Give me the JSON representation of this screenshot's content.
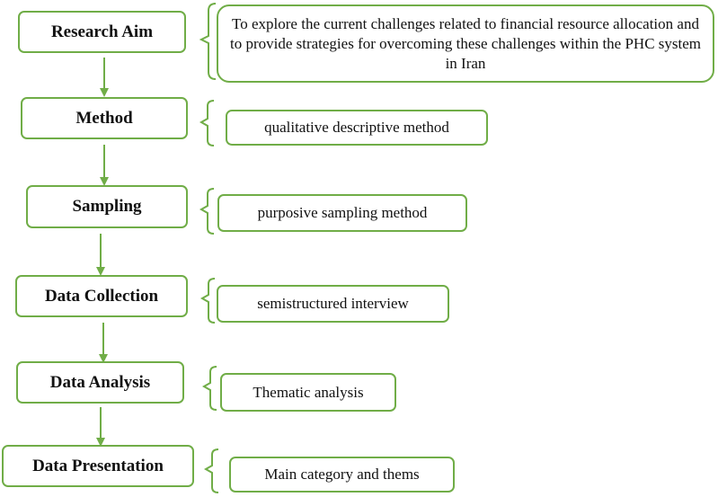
{
  "stages": [
    {
      "title": "Research Aim",
      "detail": "To explore the current challenges related to financial resource allocation and to provide strategies for overcoming these challenges within the PHC system in Iran"
    },
    {
      "title": "Method",
      "detail": "qualitative descriptive method"
    },
    {
      "title": "Sampling",
      "detail": "purposive sampling method"
    },
    {
      "title": "Data Collection",
      "detail": "semistructured interview"
    },
    {
      "title": "Data Analysis",
      "detail": "Thematic analysis"
    },
    {
      "title": "Data Presentation",
      "detail": "Main category and thems"
    }
  ],
  "colors": {
    "border": "#70ad47",
    "arrow": "#70ad47",
    "text": "#111111"
  }
}
